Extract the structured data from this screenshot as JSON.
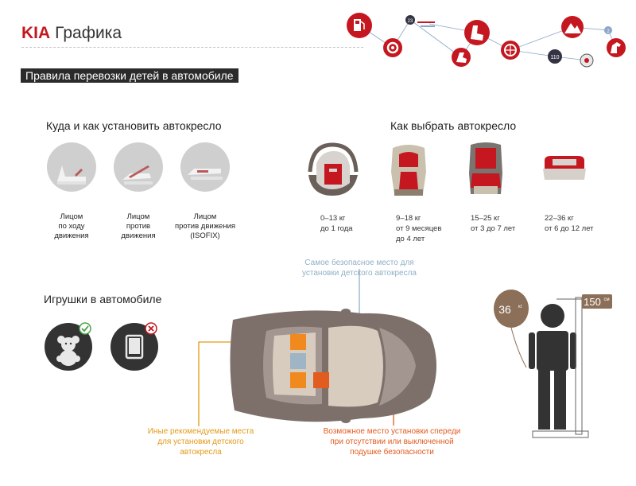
{
  "header": {
    "brand": "KIA",
    "title": "Графика",
    "banner": "Правила перевозки детей в автомобиле"
  },
  "install": {
    "title": "Куда и как установить автокресло",
    "items": [
      {
        "label": "Лицом\nпо ходу\nдвижения"
      },
      {
        "label": "Лицом\nпротив\nдвижения"
      },
      {
        "label": "Лицом\nпротив движения\n(ISOFIX)"
      }
    ]
  },
  "choose": {
    "title": "Как выбрать автокресло",
    "items": [
      {
        "weight": "0–13 кг",
        "age": "до 1 года"
      },
      {
        "weight": "9–18 кг",
        "age": "от 9 месяцев\nдо 4 лет"
      },
      {
        "weight": "15–25 кг",
        "age": "от 3 до 7 лет"
      },
      {
        "weight": "22–36 кг",
        "age": "от 6 до 12 лет"
      }
    ]
  },
  "toys": {
    "title": "Игрушки в автомобиле"
  },
  "car": {
    "safest": "Самое безопасное место для\nустановки детского автокресла",
    "other": "Иные рекомендуемые места\nдля установки детского\nавтокресла",
    "front": "Возможное место установки спереди\nпри отсутствии или выключенной\nподушке безопасности"
  },
  "figure": {
    "weight": "36",
    "weight_unit": "кг",
    "height": "150",
    "height_unit": "см"
  },
  "top_icons": {
    "badge1": "23",
    "badge2": "110",
    "badge3": "2"
  },
  "colors": {
    "brand": "#c4171f",
    "icon_red": "#c4171f",
    "orange": "#f08a1e",
    "dark_orange": "#e25b1f",
    "light_blue": "#8fb0c6",
    "gold": "#e39a17"
  }
}
